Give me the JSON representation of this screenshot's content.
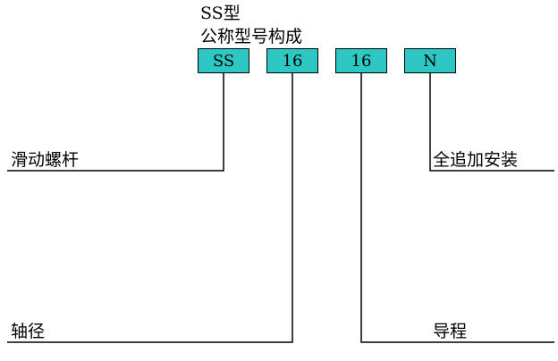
{
  "title": {
    "line1": "SS型",
    "line2": "公称型号构成"
  },
  "segments": [
    {
      "code": "SS",
      "label": "滑动螺杆"
    },
    {
      "code": "16",
      "label": "轴径"
    },
    {
      "code": "16",
      "label": "导程"
    },
    {
      "code": "N",
      "label": "全追加安装"
    }
  ],
  "colors": {
    "box_fill": "#2ec8c4",
    "line": "#000000",
    "text": "#000000"
  }
}
